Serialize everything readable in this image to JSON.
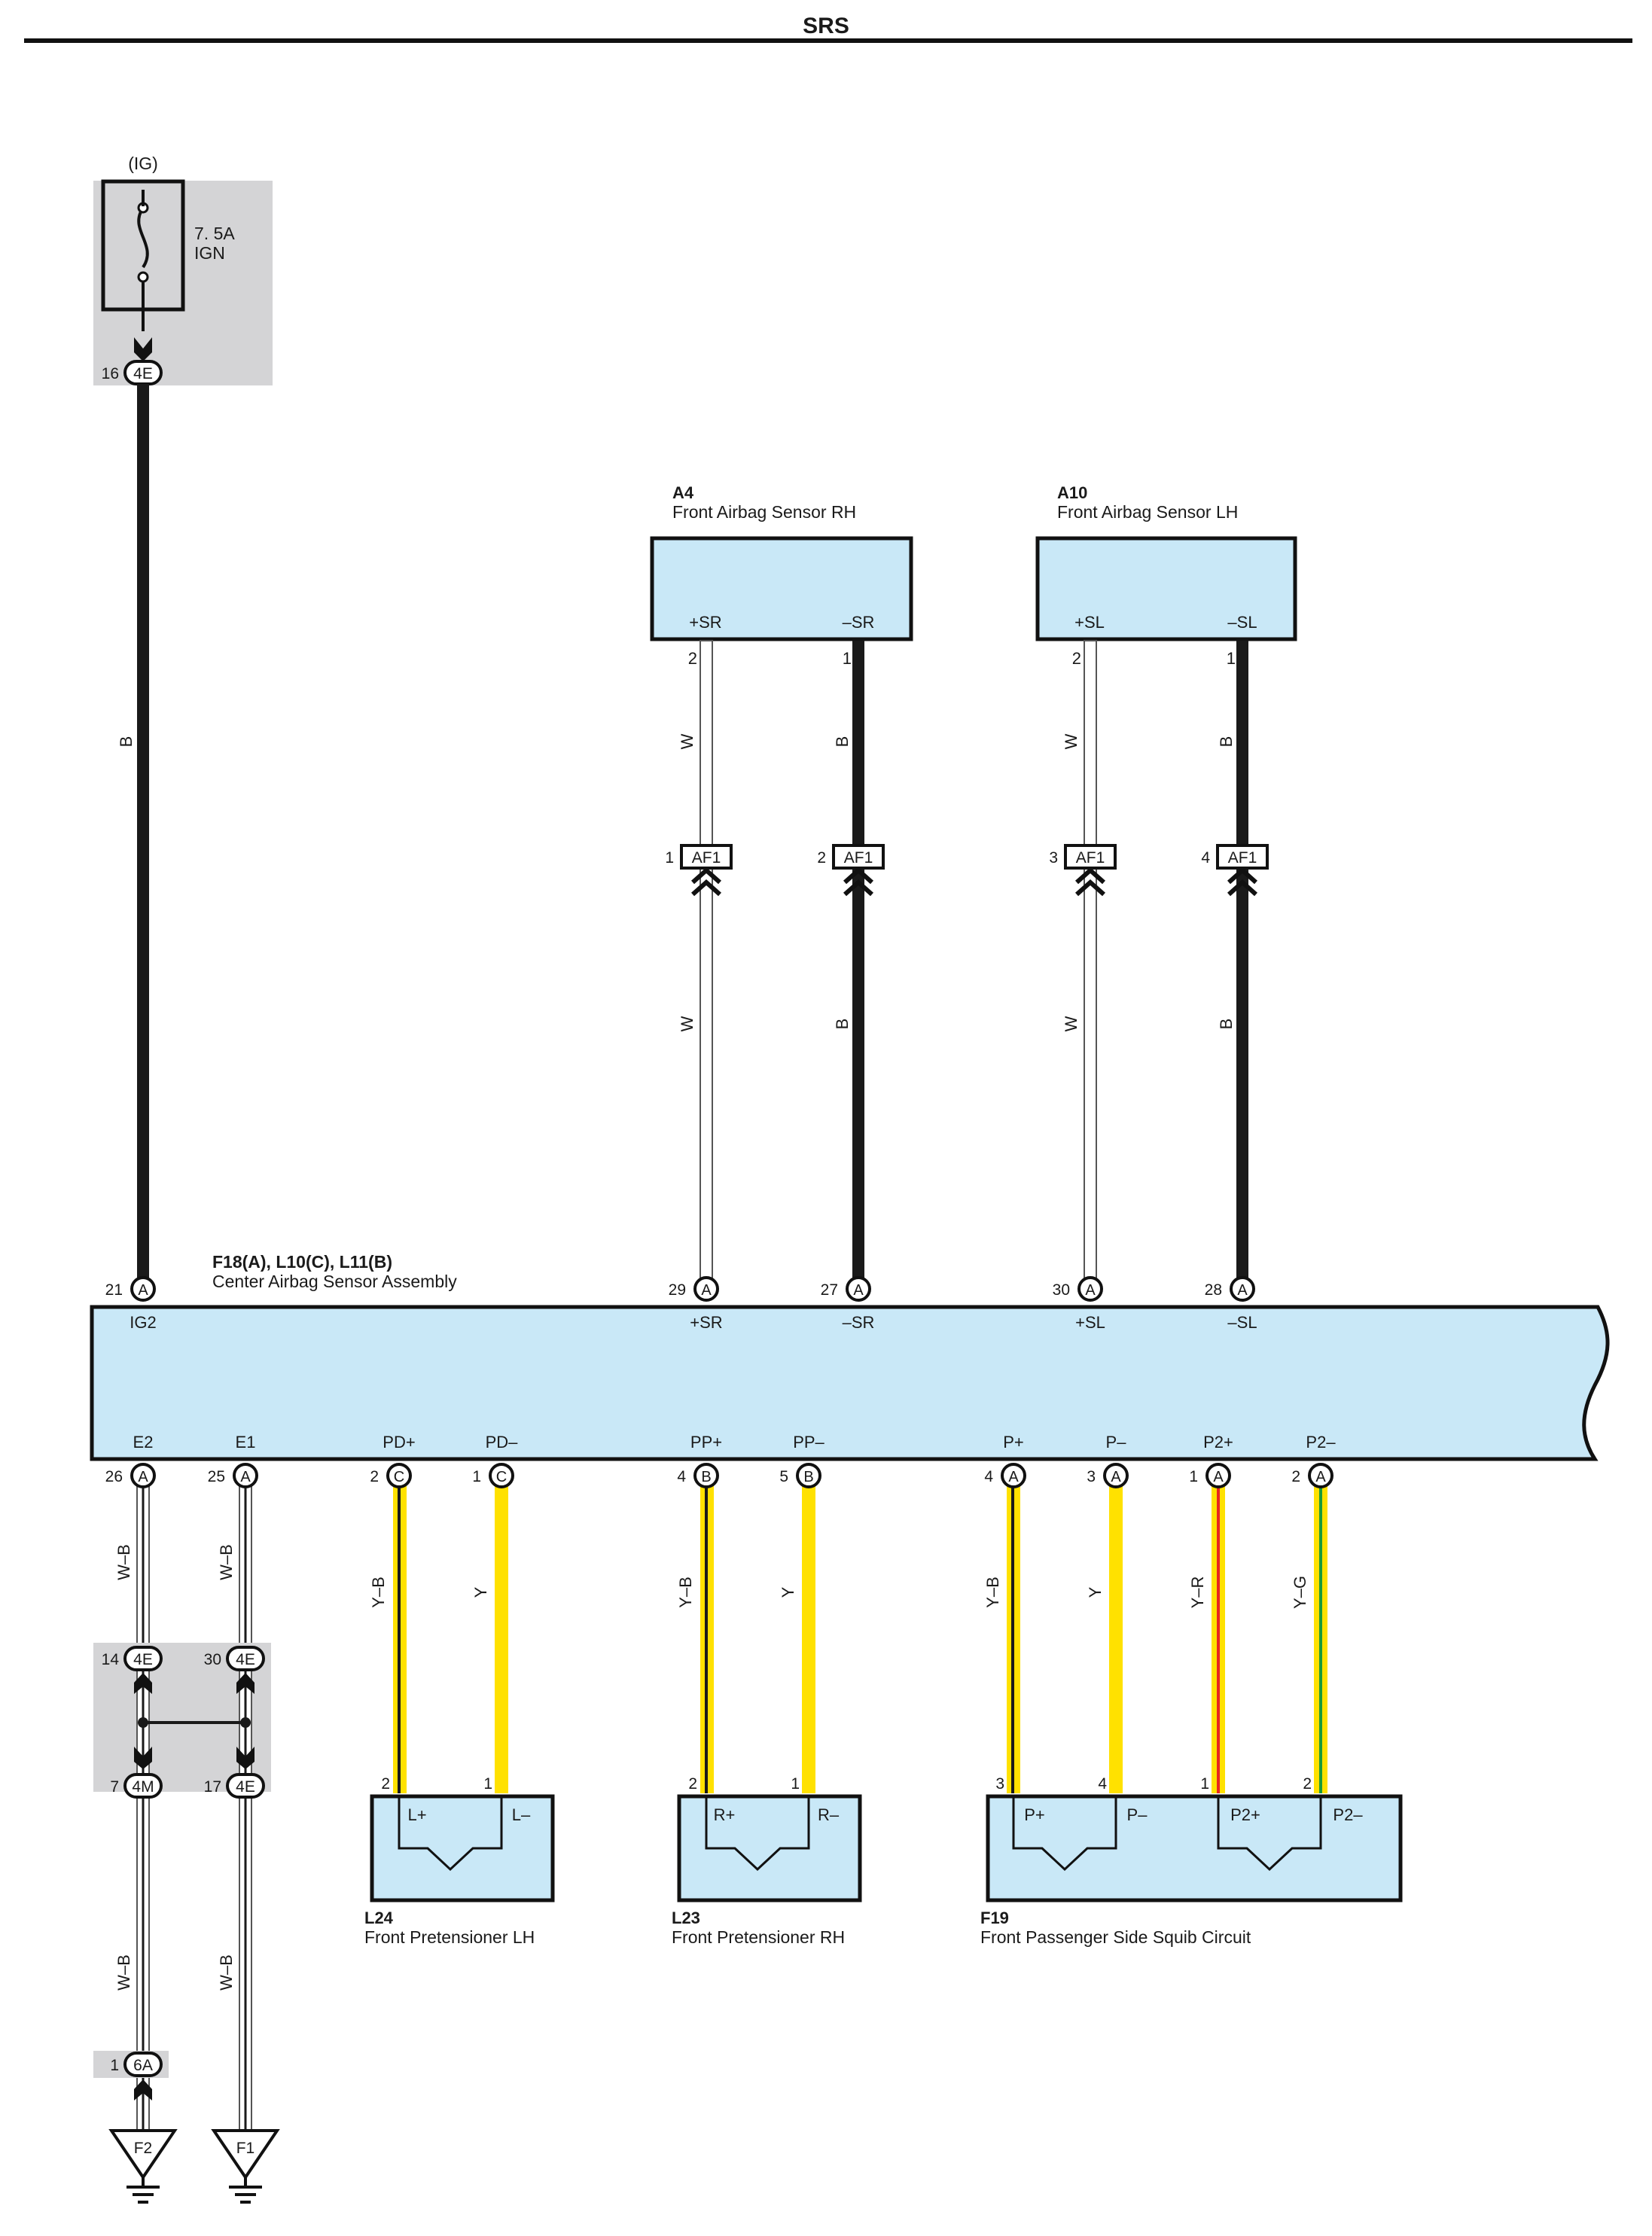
{
  "header": {
    "title": "SRS"
  },
  "colors": {
    "box_fill": "#c9e8f7",
    "splice_shade": "#d4d4d6",
    "wire_black": "#1a1a1a",
    "wire_white": "#ffffff",
    "wire_yellow": "#ffe100",
    "wire_red": "#e8261f",
    "wire_green": "#1a9a3a"
  },
  "fuse": {
    "source": "(IG)",
    "rating": "7. 5A",
    "name": "IGN",
    "connector": {
      "pin": "16",
      "code": "4E"
    }
  },
  "sensor_rh": {
    "id": "A4",
    "name": "Front Airbag Sensor RH",
    "term_pos": "+SR",
    "term_neg": "–SR",
    "pin_pos": "2",
    "pin_neg": "1"
  },
  "sensor_lh": {
    "id": "A10",
    "name": "Front Airbag Sensor LH",
    "term_pos": "+SL",
    "term_neg": "–SL",
    "pin_pos": "2",
    "pin_neg": "1"
  },
  "junction_af1": {
    "code": "AF1",
    "pins": [
      "1",
      "2",
      "3",
      "4"
    ]
  },
  "wire_colors": {
    "b": "B",
    "w": "W",
    "wb": "W–B",
    "y": "Y",
    "yb": "Y–B",
    "yr": "Y–R",
    "yg": "Y–G"
  },
  "center_sensor": {
    "id": "F18(A), L10(C), L11(B)",
    "name": "Center Airbag Sensor Assembly",
    "top_pins": [
      {
        "pin": "21",
        "conn": "A",
        "label": "IG2"
      },
      {
        "pin": "29",
        "conn": "A",
        "label": "+SR"
      },
      {
        "pin": "27",
        "conn": "A",
        "label": "–SR"
      },
      {
        "pin": "30",
        "conn": "A",
        "label": "+SL"
      },
      {
        "pin": "28",
        "conn": "A",
        "label": "–SL"
      }
    ],
    "bottom_pins": [
      {
        "pin": "26",
        "conn": "A",
        "label": "E2"
      },
      {
        "pin": "25",
        "conn": "A",
        "label": "E1"
      },
      {
        "pin": "2",
        "conn": "C",
        "label": "PD+"
      },
      {
        "pin": "1",
        "conn": "C",
        "label": "PD–"
      },
      {
        "pin": "4",
        "conn": "B",
        "label": "PP+"
      },
      {
        "pin": "5",
        "conn": "B",
        "label": "PP–"
      },
      {
        "pin": "4",
        "conn": "A",
        "label": "P+"
      },
      {
        "pin": "3",
        "conn": "A",
        "label": "P–"
      },
      {
        "pin": "1",
        "conn": "A",
        "label": "P2+"
      },
      {
        "pin": "2",
        "conn": "A",
        "label": "P2–"
      }
    ]
  },
  "splices": {
    "upper_left": {
      "pin": "14",
      "code": "4E"
    },
    "upper_right": {
      "pin": "30",
      "code": "4E"
    },
    "lower_left": {
      "pin": "7",
      "code": "4M"
    },
    "lower_right": {
      "pin": "17",
      "code": "4E"
    },
    "ground_conn": {
      "pin": "1",
      "code": "6A"
    }
  },
  "grounds": {
    "left": "F2",
    "right": "F1"
  },
  "pretensioner_lh": {
    "id": "L24",
    "name": "Front Pretensioner LH",
    "term_pos": "L+",
    "term_neg": "L–",
    "pin_pos": "2",
    "pin_neg": "1"
  },
  "pretensioner_rh": {
    "id": "L23",
    "name": "Front Pretensioner RH",
    "term_pos": "R+",
    "term_neg": "R–",
    "pin_pos": "2",
    "pin_neg": "1"
  },
  "squib": {
    "id": "F19",
    "name": "Front Passenger Side Squib Circuit",
    "terms": [
      "P+",
      "P–",
      "P2+",
      "P2–"
    ],
    "pins": [
      "3",
      "4",
      "1",
      "2"
    ]
  }
}
